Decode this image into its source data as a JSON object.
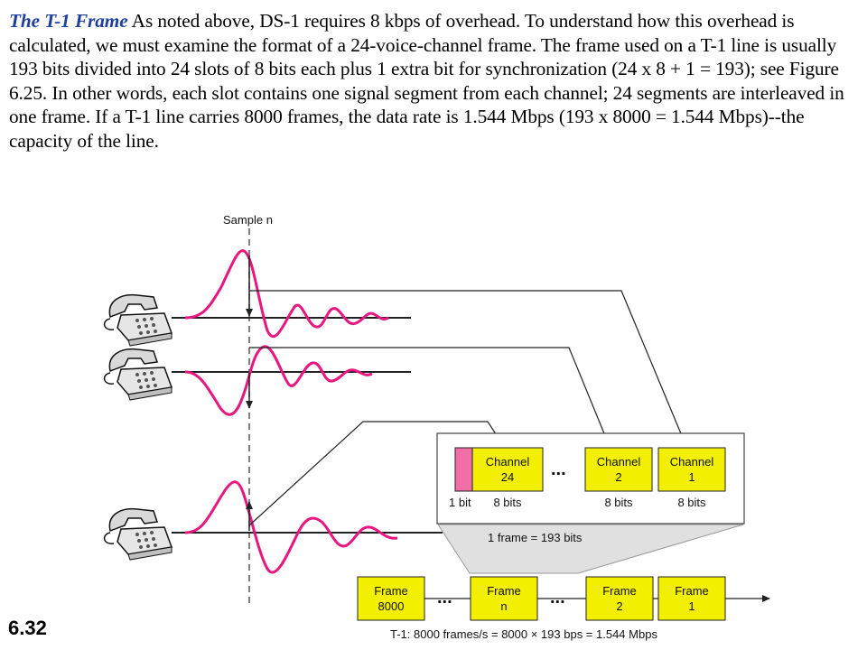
{
  "paragraph": {
    "lead": "The T-1 Frame",
    "body": " As noted above, DS-1 requires 8 kbps of overhead. To understand how this overhead is calculated, we must examine the format of a 24-voice-channel frame. The frame used on a T-1 line is usually 193 bits divided into 24 slots of 8 bits each plus 1 extra bit for synchronization (24 x 8 + 1 = 193); see Figure 6.25. In other words, each slot contains one signal segment from each channel; 24 segments are interleaved in one frame. If a T-1 line carries 8000 frames, the data rate is 1.544 Mbps (193 x 8000 = 1.544 Mbps)--the capacity of the line."
  },
  "figure": {
    "sample_label": "Sample n",
    "frame_slots": [
      {
        "line1": "Channel",
        "line2": "24",
        "bits": "8 bits"
      },
      {
        "line1": "Channel",
        "line2": "2",
        "bits": "8 bits"
      },
      {
        "line1": "Channel",
        "line2": "1",
        "bits": "8 bits"
      }
    ],
    "sync_bit_label": "1 bit",
    "ellipsis": "...",
    "frame_size_label": "1 frame = 193 bits",
    "stream_frames": [
      {
        "line1": "Frame",
        "line2": "8000"
      },
      {
        "line1": "Frame",
        "line2": "n"
      },
      {
        "line1": "Frame",
        "line2": "2"
      },
      {
        "line1": "Frame",
        "line2": "1"
      }
    ],
    "rate_label": "T-1: 8000 frames/s = 8000 × 193 bps = 1.544 Mbps",
    "colors": {
      "signal": "#e8167f",
      "slot": "#f2ef00",
      "sync": "#f26ea8"
    }
  },
  "slide_number": "6.32"
}
